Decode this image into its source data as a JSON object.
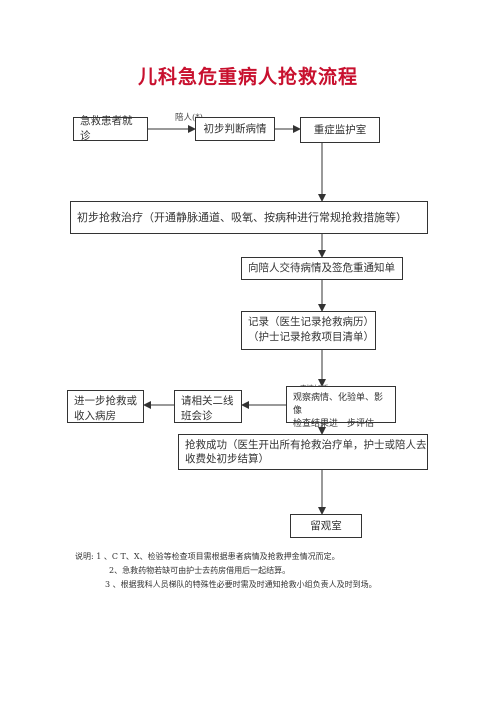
{
  "title": "儿科急危重病人抢救流程",
  "nodes": {
    "patient": "急救患者就诊",
    "initial_judgement": "初步判断病情",
    "icu": "重症监护室",
    "initial_treatment": "初步抢救治疗（开通静脉通道、吸氧、按病种进行常规抢救措施等）",
    "notify_family": "向陪人交待病情及签危重通知单",
    "records_line1": "记录（医生记录抢救病历）",
    "records_line2": "（护士记录抢救项目清单）",
    "observe_line1": "观察病情、化验单、影像",
    "observe_line2": "检查结果进一步评估",
    "consult_line1": "请相关二线",
    "consult_line2": "班会诊",
    "further_line1": "进一步抢救或",
    "further_line2": "收入病房",
    "success_line1": "抢救成功（医生开出所有抢救治疗单，护士或陪人去",
    "success_line2": "收费处初步结算）",
    "observation_room": "留观室"
  },
  "edge_labels": {
    "escort": "陪人(*)",
    "worsen": "病情加重"
  },
  "notes": {
    "note1": "说明: 1 、C T、X、检验等检查项目需根据患者病情及抢救押金情况而定。",
    "note2": "2、急救药物若缺可由护士去药房借用后一起结算。",
    "note3": "3 、根据我科人员梯队的特殊性必要时需及时通知抢救小组负责人及时到场。"
  },
  "colors": {
    "title": "#c8102e",
    "lines": "#333333"
  }
}
